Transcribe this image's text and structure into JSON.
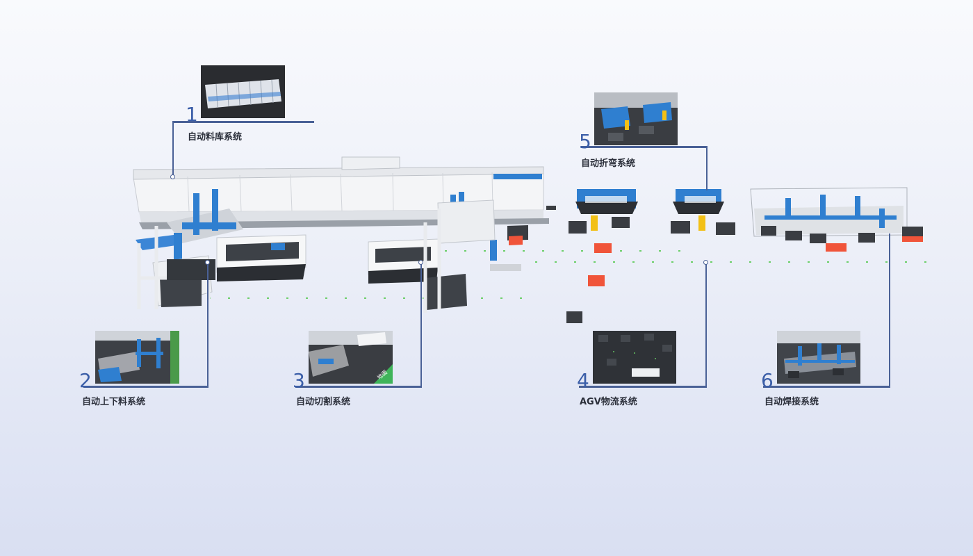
{
  "stations": [
    {
      "number": "1",
      "label": "自动料库系统"
    },
    {
      "number": "2",
      "label": "自动上下料系统"
    },
    {
      "number": "3",
      "label": "自动切割系统"
    },
    {
      "number": "4",
      "label": "AGV物流系统"
    },
    {
      "number": "5",
      "label": "自动折弯系统"
    },
    {
      "number": "6",
      "label": "自动焊接系统"
    }
  ],
  "thumb_labels": {
    "cutting_floor_text": "地面"
  },
  "colors": {
    "accent_line": "#4a6196",
    "number": "#3b5ea8",
    "machine_blue": "#2f7fd0",
    "agv_orange": "#f0543a",
    "background_top": "#f9fafd",
    "background_bottom": "#d9dff2"
  }
}
